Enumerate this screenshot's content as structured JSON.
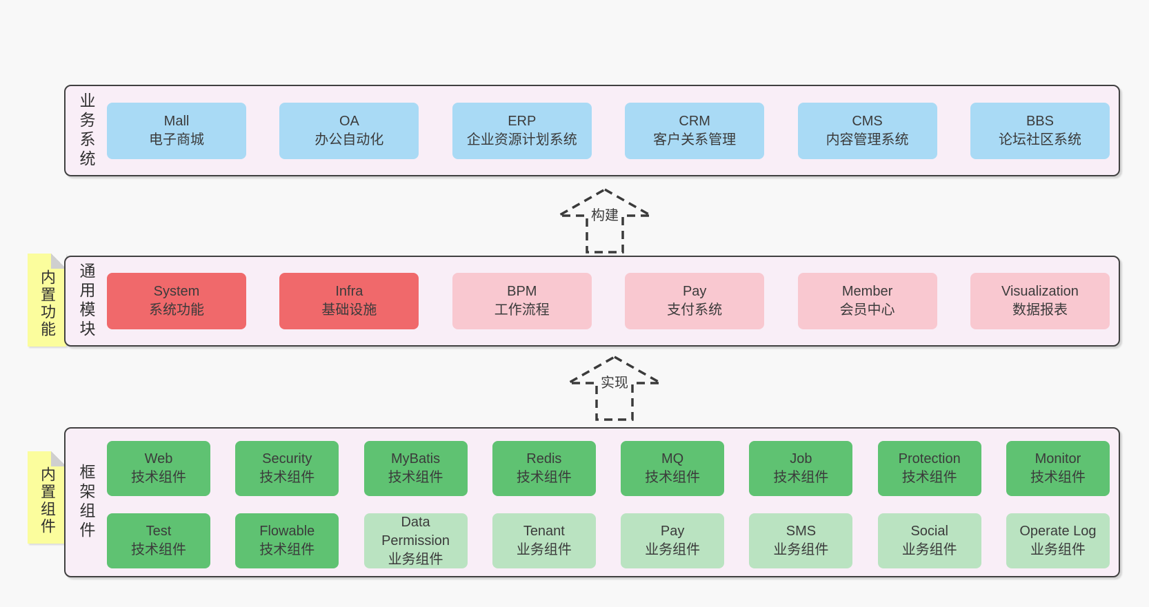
{
  "colors": {
    "page_bg": "#f8f8f8",
    "layer_bg": "#f9eef7",
    "layer_border": "#404040",
    "box_blue": "#a9daf5",
    "box_red": "#f0696b",
    "box_pink": "#f9c8d0",
    "box_green": "#5fc272",
    "box_light_green": "#bae3c1",
    "note_yellow": "#fbfd9d",
    "note_fold": "#cfcfcf",
    "text": "#3b3b3b"
  },
  "layers": [
    {
      "label": "业务系统",
      "boxes": [
        {
          "name": "Mall",
          "desc": "电子商城"
        },
        {
          "name": "OA",
          "desc": "办公自动化"
        },
        {
          "name": "ERP",
          "desc": "企业资源计划系统"
        },
        {
          "name": "CRM",
          "desc": "客户关系管理"
        },
        {
          "name": "CMS",
          "desc": "内容管理系统"
        },
        {
          "name": "BBS",
          "desc": "论坛社区系统"
        }
      ]
    },
    {
      "label": "通用模块",
      "note": "内置功能",
      "boxes": [
        {
          "name": "System",
          "desc": "系统功能"
        },
        {
          "name": "Infra",
          "desc": "基础设施"
        },
        {
          "name": "BPM",
          "desc": "工作流程"
        },
        {
          "name": "Pay",
          "desc": "支付系统"
        },
        {
          "name": "Member",
          "desc": "会员中心"
        },
        {
          "name": "Visualization",
          "desc": "数据报表"
        }
      ]
    },
    {
      "label": "框架组件",
      "note": "内置组件",
      "row1": [
        {
          "name": "Web",
          "desc": "技术组件"
        },
        {
          "name": "Security",
          "desc": "技术组件"
        },
        {
          "name": "MyBatis",
          "desc": "技术组件"
        },
        {
          "name": "Redis",
          "desc": "技术组件"
        },
        {
          "name": "MQ",
          "desc": "技术组件"
        },
        {
          "name": "Job",
          "desc": "技术组件"
        },
        {
          "name": "Protection",
          "desc": "技术组件"
        },
        {
          "name": "Monitor",
          "desc": "技术组件"
        }
      ],
      "row2": [
        {
          "name": "Test",
          "desc": "技术组件"
        },
        {
          "name": "Flowable",
          "desc": "技术组件"
        },
        {
          "name": "Data Permission",
          "desc": "业务组件"
        },
        {
          "name": "Tenant",
          "desc": "业务组件"
        },
        {
          "name": "Pay",
          "desc": "业务组件"
        },
        {
          "name": "SMS",
          "desc": "业务组件"
        },
        {
          "name": "Social",
          "desc": "业务组件"
        },
        {
          "name": "Operate Log",
          "desc": "业务组件"
        }
      ]
    }
  ],
  "arrows": [
    {
      "label": "构建"
    },
    {
      "label": "实现"
    }
  ]
}
